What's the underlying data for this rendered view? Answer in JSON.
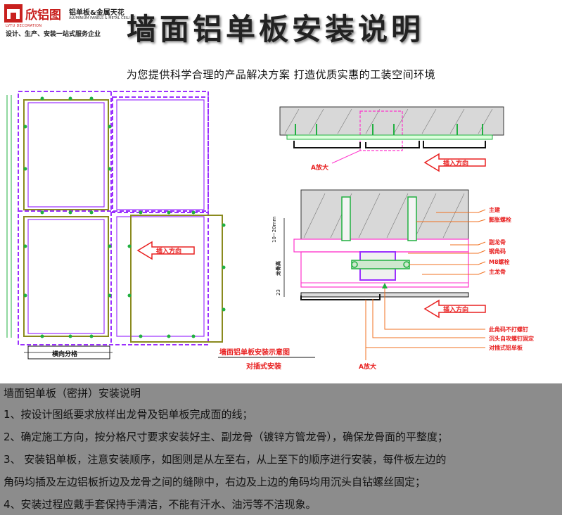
{
  "logo": {
    "brand": "欣铝图",
    "brand_en": "LVTU DECORATION",
    "product": "铝单板&金属天花",
    "product_en": "ALUMINIUM PANELS & METAL CEILING",
    "slogan": "设计、生产、安装一站式服务企业"
  },
  "title": "墙面铝单板安装说明",
  "subtitle": "为您提供科学合理的产品解决方案    打造优质实惠的工装空间环境",
  "diagram": {
    "left_insert_label": "插入方向",
    "left_bottom_label": "横向分格",
    "center_title": "墙面铝单板安装示意图",
    "center_subtitle": "对插式安装",
    "top_detail_label": "A放大",
    "top_insert_label": "插入方向",
    "dim_top": "10~20mm",
    "dim_mid": "龙骨高",
    "dim_bottom": "23",
    "callouts": [
      "主建",
      "膨胀螺栓",
      "副龙骨",
      "钢角码",
      "M8螺栓",
      "主龙骨"
    ],
    "bottom_insert_label": "插入方向",
    "bottom_callouts": [
      "此角码不打螺钉",
      "沉头自攻螺钉固定",
      "对插式铝单板"
    ],
    "bottom_detail_label": "A放大"
  },
  "notes": {
    "heading": "墙面铝单板（密拼）安装说明",
    "items": [
      "1、按设计图纸要求放样出龙骨及铝单板完成面的线；",
      "2、确定施工方向，按分格尺寸要求安装好主、副龙骨（镀锌方管龙骨），确保龙骨面的平整度；",
      "3、 安装铝单板，注意安装顺序，如图则是从左至右，从上至下的顺序进行安装，每件板左边的",
      "角码均插及左边铝板折边及龙骨之间的缝隙中，右边及上边的角码均用沉头自钻螺丝固定；",
      "4、安装过程应戴手套保持手清洁，不能有汗水、油污等不洁现象。"
    ]
  },
  "colors": {
    "brand_red": "#c8201e",
    "purple": "#9b30ff",
    "magenta": "#ff33cc",
    "olive": "#8a8a1e",
    "green": "#20b040",
    "red": "#e82020",
    "orange": "#f07020",
    "notes_bg": "#8c8c8c"
  }
}
